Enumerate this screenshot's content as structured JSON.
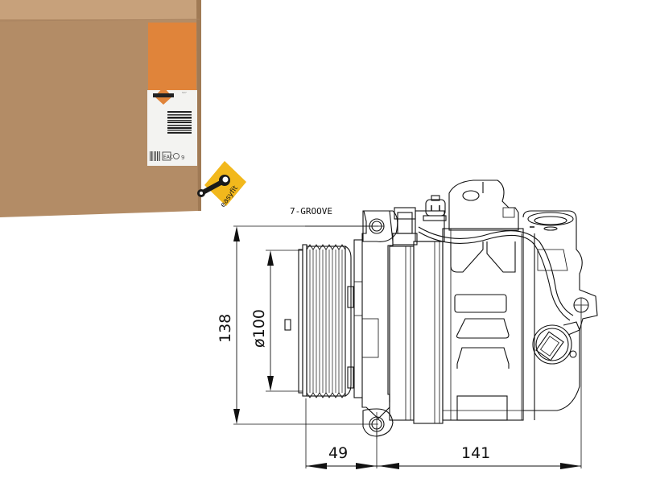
{
  "package": {
    "box_color": "#b38c66",
    "label_orange": "#e0843a",
    "label_white": "#f3f3f1",
    "brand_logo": "nrf-logo",
    "label_code_text": "NRF",
    "barcode_icon": "barcode-icon",
    "cert_marks": [
      "EAC",
      "recycle",
      "9"
    ]
  },
  "badge": {
    "text": "easyfit",
    "icon": "wrench-icon",
    "color": "#f2b81c"
  },
  "drawing": {
    "groove_label": "7-GROOVE",
    "dimensions": {
      "overall_height": "138",
      "pulley_diameter": "ø100",
      "pulley_offset": "49",
      "body_length": "141"
    },
    "line_color": "#111111"
  }
}
